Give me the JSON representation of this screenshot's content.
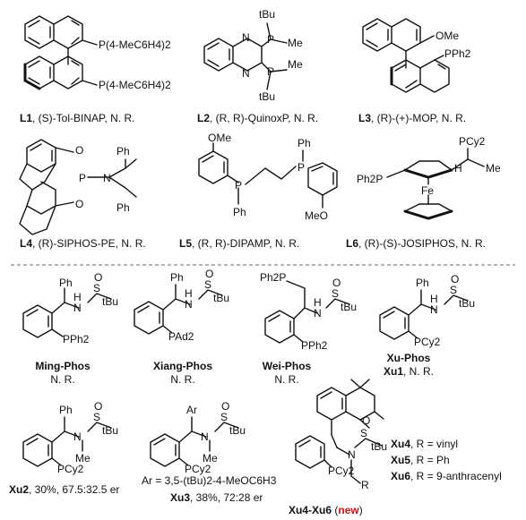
{
  "captions": {
    "L1": {
      "id": "L1",
      "rest": ", (S)-Tol-BINAP, N. R."
    },
    "L2": {
      "id": "L2",
      "rest": ", (R, R)-QuinoxP, N. R."
    },
    "L3": {
      "id": "L3",
      "rest": ", (R)-(+)-MOP, N. R."
    },
    "L4": {
      "id": "L4",
      "rest": ", (R)-SIPHOS-PE, N. R."
    },
    "L5": {
      "id": "L5",
      "rest": ", (R, R)-DIPAMP, N. R."
    },
    "L6": {
      "id": "L6",
      "rest": ", (R)-(S)-JOSIPHOS, N. R."
    },
    "ming": {
      "name": "Ming-Phos",
      "sub": "N. R."
    },
    "xiang": {
      "name": "Xiang-Phos",
      "sub": "N. R."
    },
    "wei": {
      "name": "Wei-Phos",
      "sub": "N. R."
    },
    "xu": {
      "name": "Xu-Phos",
      "id": "Xu1",
      "rest": ", N. R."
    },
    "xu2": {
      "id": "Xu2",
      "rest": ", 30%, 67.5:32.5 er"
    },
    "xu3": {
      "prefix": "Ar = 3,5-(tBu)2-4-MeOC6H3",
      "id": "Xu3",
      "rest": ", 38%, 72:28 er"
    },
    "xu46": {
      "id": "Xu4-Xu6",
      "new_open": " (",
      "new": "new",
      "new_close": ")"
    }
  },
  "r_groups": [
    {
      "id": "Xu4",
      "text": ", R = vinyl"
    },
    {
      "id": "Xu5",
      "text": ", R = Ph"
    },
    {
      "id": "Xu6",
      "text": ", R = 9-anthracenyl"
    }
  ],
  "atoms": {
    "p_tol": "P(4-MeC6H4)2",
    "tbu": "tBu",
    "me": "Me",
    "p": "P",
    "ome": "OMe",
    "meo": "MeO",
    "pph2": "PPh2",
    "ph": "Ph",
    "o": "O",
    "n": "N",
    "h": "H",
    "s": "S",
    "fe": "Fe",
    "pcy2": "PCy2",
    "ph2p": "Ph2P",
    "pad2": "PAd2",
    "ar": "Ar",
    "nme": "N",
    "r": "R"
  },
  "colors": {
    "highlight": "#d01010",
    "separator": "#666666"
  }
}
